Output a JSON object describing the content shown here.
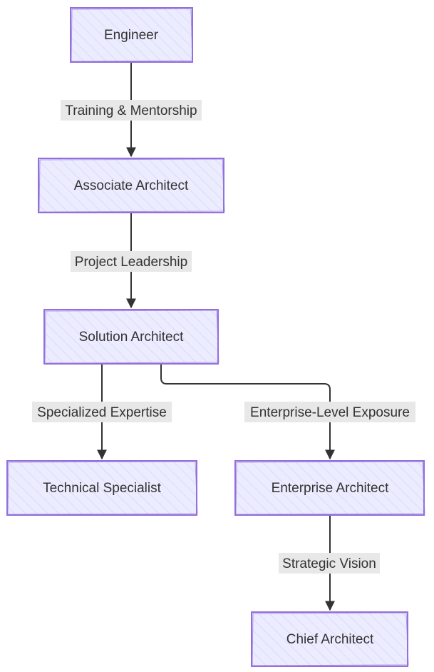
{
  "diagram": {
    "type": "flowchart",
    "colors": {
      "node_fill": "#ececff",
      "node_stroke": "#9370db",
      "hatch": "#d3d0f5",
      "edge": "#333333",
      "edge_label_bg": "#e8e8e8",
      "text": "#333333"
    },
    "nodes": [
      {
        "id": "engineer",
        "label": "Engineer"
      },
      {
        "id": "associate",
        "label": "Associate Architect"
      },
      {
        "id": "solution",
        "label": "Solution Architect"
      },
      {
        "id": "technical",
        "label": "Technical Specialist"
      },
      {
        "id": "enterprise",
        "label": "Enterprise Architect"
      },
      {
        "id": "chief",
        "label": "Chief Architect"
      }
    ],
    "edges": [
      {
        "from": "engineer",
        "to": "associate",
        "label": "Training & Mentorship"
      },
      {
        "from": "associate",
        "to": "solution",
        "label": "Project Leadership"
      },
      {
        "from": "solution",
        "to": "technical",
        "label": "Specialized Expertise"
      },
      {
        "from": "solution",
        "to": "enterprise",
        "label": "Enterprise-Level Exposure"
      },
      {
        "from": "enterprise",
        "to": "chief",
        "label": "Strategic Vision"
      }
    ]
  }
}
